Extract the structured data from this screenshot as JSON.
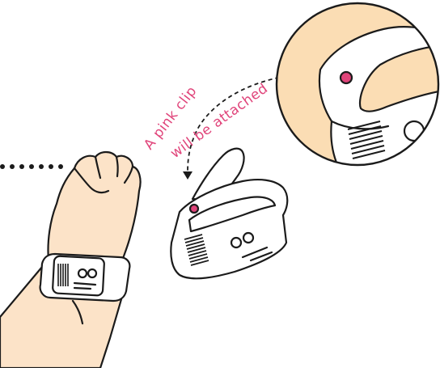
{
  "annotation": {
    "line1": "A pink clip",
    "line2": "will be attached"
  },
  "colors": {
    "skin": "#FCE3C8",
    "zoom_fill": "#FBDDB4",
    "clip": "#E0447A",
    "annotation_text": "#E0447A",
    "outline": "#1B1B1B",
    "band": "#FFFFFF"
  },
  "icons": {
    "wrist": "hand-with-wristband",
    "band": "open-wristband",
    "zoom": "magnified-clip-detail",
    "arrow": "dashed-curved-arrow"
  }
}
